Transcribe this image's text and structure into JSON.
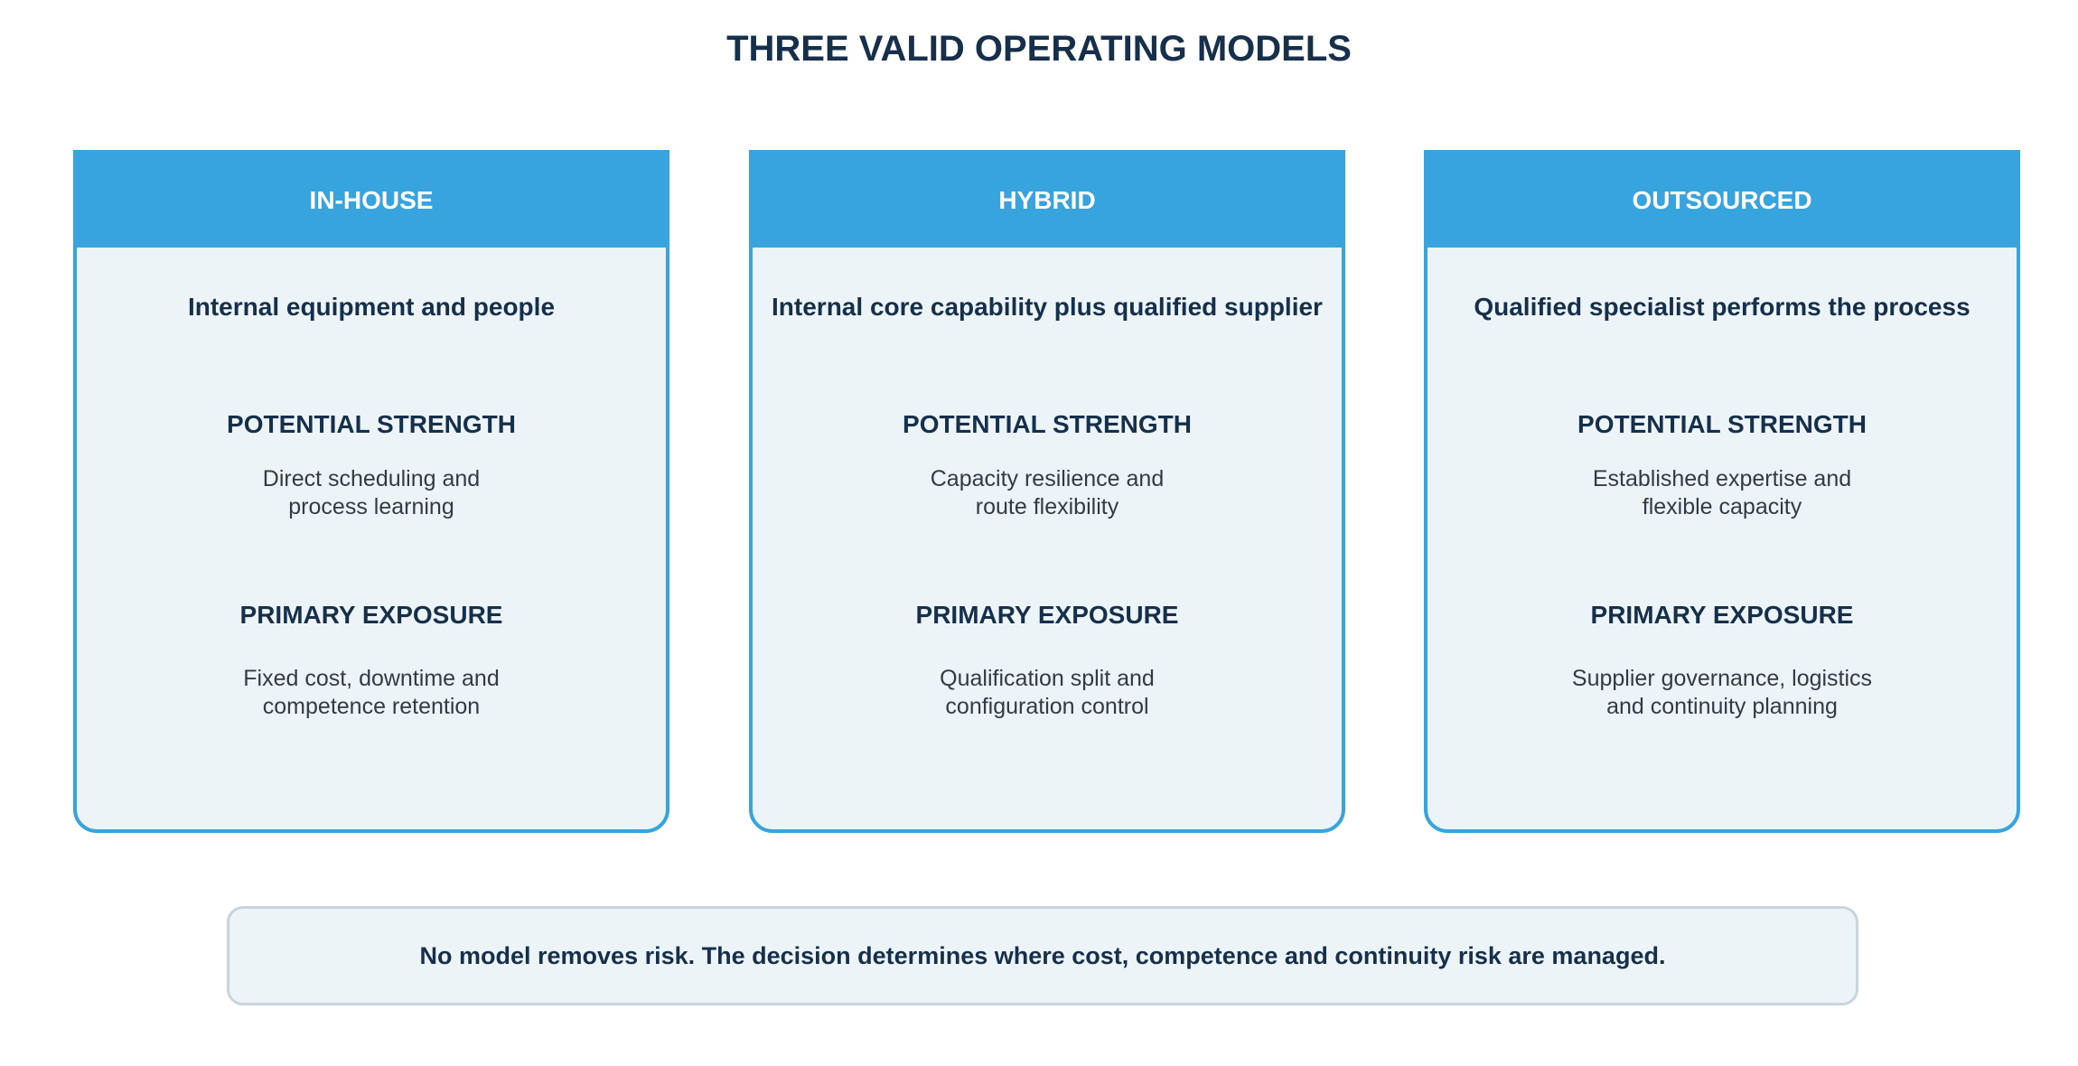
{
  "title": "THREE VALID OPERATING MODELS",
  "cards": [
    {
      "header": "IN-HOUSE",
      "description": "Internal equipment and people",
      "strength_title": "POTENTIAL STRENGTH",
      "strength_lines": [
        "Direct scheduling and",
        "process learning"
      ],
      "exposure_title": "PRIMARY EXPOSURE",
      "exposure_lines": [
        "Fixed cost, downtime and",
        "competence retention"
      ]
    },
    {
      "header": "HYBRID",
      "description": "Internal core capability plus qualified supplier",
      "strength_title": "POTENTIAL STRENGTH",
      "strength_lines": [
        "Capacity resilience and",
        "route flexibility"
      ],
      "exposure_title": "PRIMARY EXPOSURE",
      "exposure_lines": [
        "Qualification split and",
        "configuration control"
      ]
    },
    {
      "header": "OUTSOURCED",
      "description": "Qualified specialist performs the process",
      "strength_title": "POTENTIAL STRENGTH",
      "strength_lines": [
        "Established expertise and",
        "flexible capacity"
      ],
      "exposure_title": "PRIMARY EXPOSURE",
      "exposure_lines": [
        "Supplier governance, logistics",
        "and continuity planning"
      ]
    }
  ],
  "footer": "No model removes risk. The decision determines where cost, competence and continuity risk are managed.",
  "colors": {
    "accent": "#38a4dd",
    "title_text": "#16304b",
    "card_background": "#edf4f8",
    "body_text": "#333a44",
    "footer_border": "#c7d6dd"
  }
}
